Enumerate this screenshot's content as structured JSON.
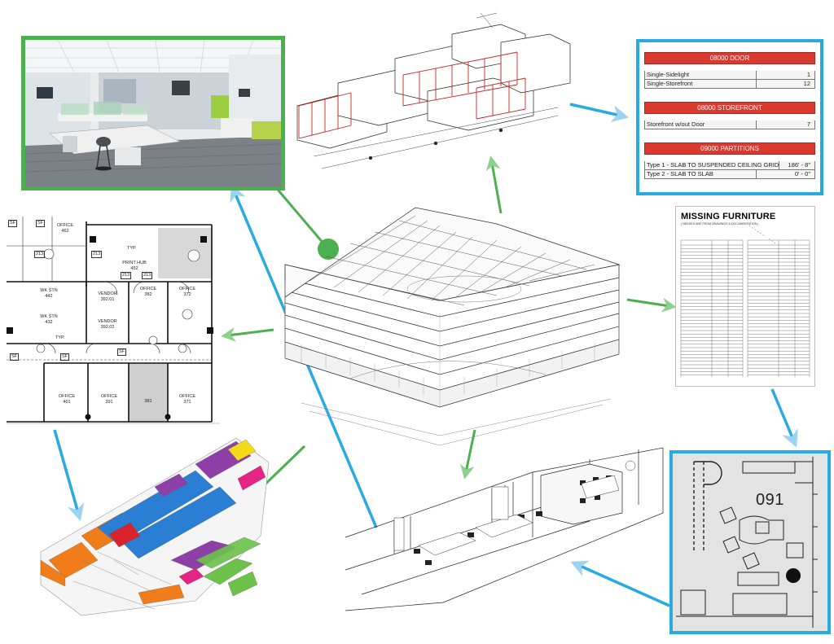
{
  "schedule": {
    "groups": [
      {
        "title": "08000 DOOR",
        "rows": [
          {
            "name": "Single-Sidelight",
            "count": "1"
          },
          {
            "name": "Single-Storefront",
            "count": "12"
          }
        ]
      },
      {
        "title": "08000 STOREFRONT",
        "rows": [
          {
            "name": "Storefront w/out Door",
            "count": "7"
          }
        ]
      },
      {
        "title": "09000 PARTITIONS",
        "rows": [
          {
            "name": "Type 1 - SLAB TO SUSPENDED CEILING GRID",
            "count": "186' - 8\""
          },
          {
            "name": "Type 2 - SLAB TO SLAB",
            "count": "0' - 0\""
          }
        ]
      }
    ]
  },
  "missing_furniture": {
    "title": "MISSING FURNITURE",
    "subtitle": "( NEEDED ARE FROM DRAWINGS & DOCUMENTATION )"
  },
  "room": {
    "number": "091"
  },
  "floor_plan": {
    "labels": [
      {
        "text": "OFFICE\n462"
      },
      {
        "text": "PRINT HUB\n452"
      },
      {
        "text": "WK STN\n442"
      },
      {
        "text": "VENDOR\n392.01"
      },
      {
        "text": "OFFICE\n382"
      },
      {
        "text": "OFFICE\n372"
      },
      {
        "text": "WK STN\n432"
      },
      {
        "text": "VENDOR\n392.02"
      },
      {
        "text": "OFFICE\n401"
      },
      {
        "text": "OFFICE\n391"
      },
      {
        "text": "381"
      },
      {
        "text": "OFFICE\n371"
      }
    ],
    "tags": [
      "SF",
      "SF",
      "213",
      "213",
      "213",
      "213",
      "TYP.",
      "TYP.",
      "SF",
      "SF",
      "SF"
    ]
  },
  "colors": {
    "green": "#4caf50",
    "blue": "#29aae1",
    "red": "#d9392e",
    "orange": "#f07d1a",
    "purple": "#8e3fa8",
    "cyan": "#2a7fd4",
    "yellow": "#f5d91b",
    "lime": "#6cc24a"
  }
}
